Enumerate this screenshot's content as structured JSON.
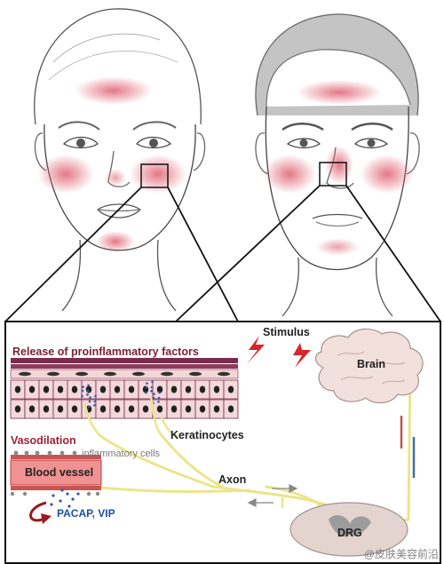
{
  "labels": {
    "release": "Release of proinflammatory factors",
    "stimulus": "Stimulus",
    "brain": "Brain",
    "keratinocytes": "Keratinocytes",
    "vasodilation": "Vasodilation",
    "inflammatory_cells": "inflammatory cells",
    "blood_vessel": "Blood vessel",
    "axon": "Axon",
    "pacap_vip": "PACAP, VIP",
    "drg": "DRG"
  },
  "watermark": "@皮肤美容前沿",
  "colors": {
    "flush": "#e48a94",
    "release_text": "#7a1f35",
    "vasodilation_text": "#9b2335",
    "stimulus_bolt": "#d8242a",
    "pacap_text": "#1f4f9c",
    "nerve": "#ebe58a",
    "vessel": "#f09292",
    "cell_fill": "#f4d9da",
    "keratin_fill": "#7a2c4e",
    "brain_fill": "#f2e0dc",
    "drg_fill": "#e3d4d0"
  }
}
